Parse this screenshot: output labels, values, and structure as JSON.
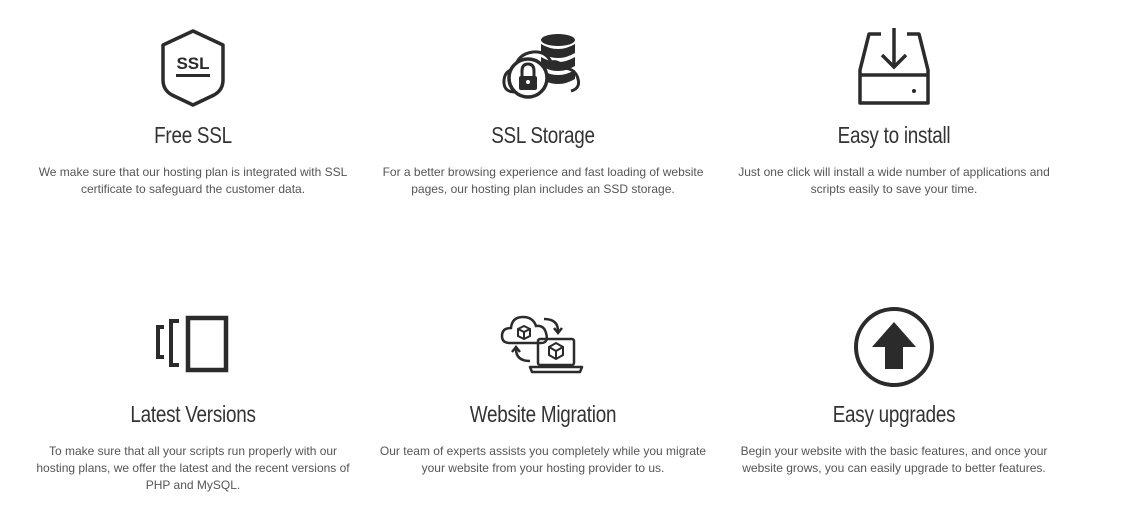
{
  "features": [
    {
      "icon": "ssl-shield-icon",
      "title": "Free SSL",
      "description": "We make sure that our hosting plan is integrated with SSL certificate to safeguard the customer data.",
      "icon_text": "SSL"
    },
    {
      "icon": "cloud-lock-database-icon",
      "title": "SSL Storage",
      "description": "For a better browsing experience and fast loading of website pages, our hosting plan includes an SSD storage."
    },
    {
      "icon": "download-tray-icon",
      "title": "Easy to install",
      "description": "Just one click will install a wide number of applications and scripts easily to save your time."
    },
    {
      "icon": "versions-brackets-icon",
      "title": "Latest Versions",
      "description": "To make sure that all your scripts run properly with our hosting plans, we offer the latest and the recent versions of PHP and MySQL."
    },
    {
      "icon": "cloud-laptop-migration-icon",
      "title": "Website Migration",
      "description": "Our team of experts assists you completely while you migrate your website from your hosting provider to us."
    },
    {
      "icon": "circle-up-arrow-icon",
      "title": "Easy upgrades",
      "description": "Begin your website with the basic features, and once your website grows, you can easily upgrade to better features."
    }
  ],
  "colors": {
    "icon": "#2b2b2b",
    "title": "#333333",
    "text": "#555555",
    "background": "#ffffff"
  }
}
